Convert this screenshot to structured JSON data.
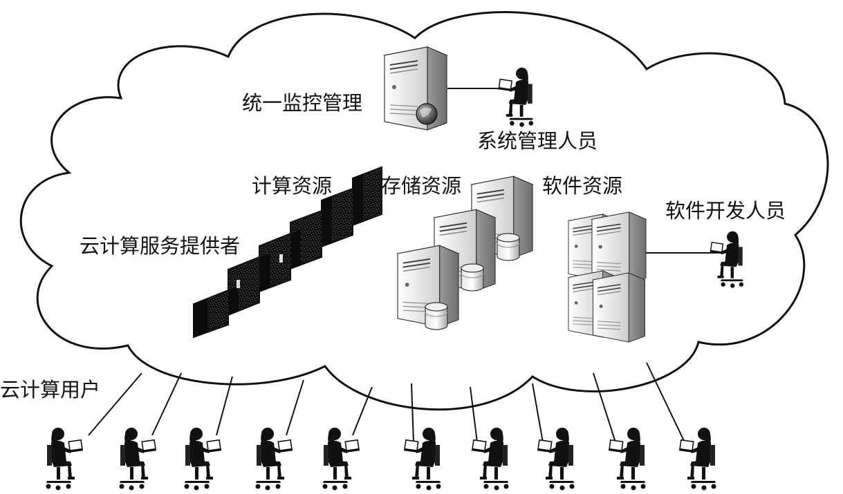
{
  "labels": {
    "monitor": "统一监控管理",
    "sysadmin": "系统管理人员",
    "compute": "计算资源",
    "storage": "存储资源",
    "software": "软件资源",
    "developer": "软件开发人员",
    "provider": "云计算服务提供者",
    "users": "云计算用户"
  },
  "colors": {
    "line": "#111111",
    "server_light": "#f2f2f2",
    "server_dark": "#8a8a8a"
  },
  "icons": [
    "cloud-icon",
    "monitor-server-icon",
    "globe-icon",
    "person-at-laptop-icon",
    "compute-rack-icon",
    "storage-server-icon",
    "database-icon",
    "software-server-icon"
  ]
}
